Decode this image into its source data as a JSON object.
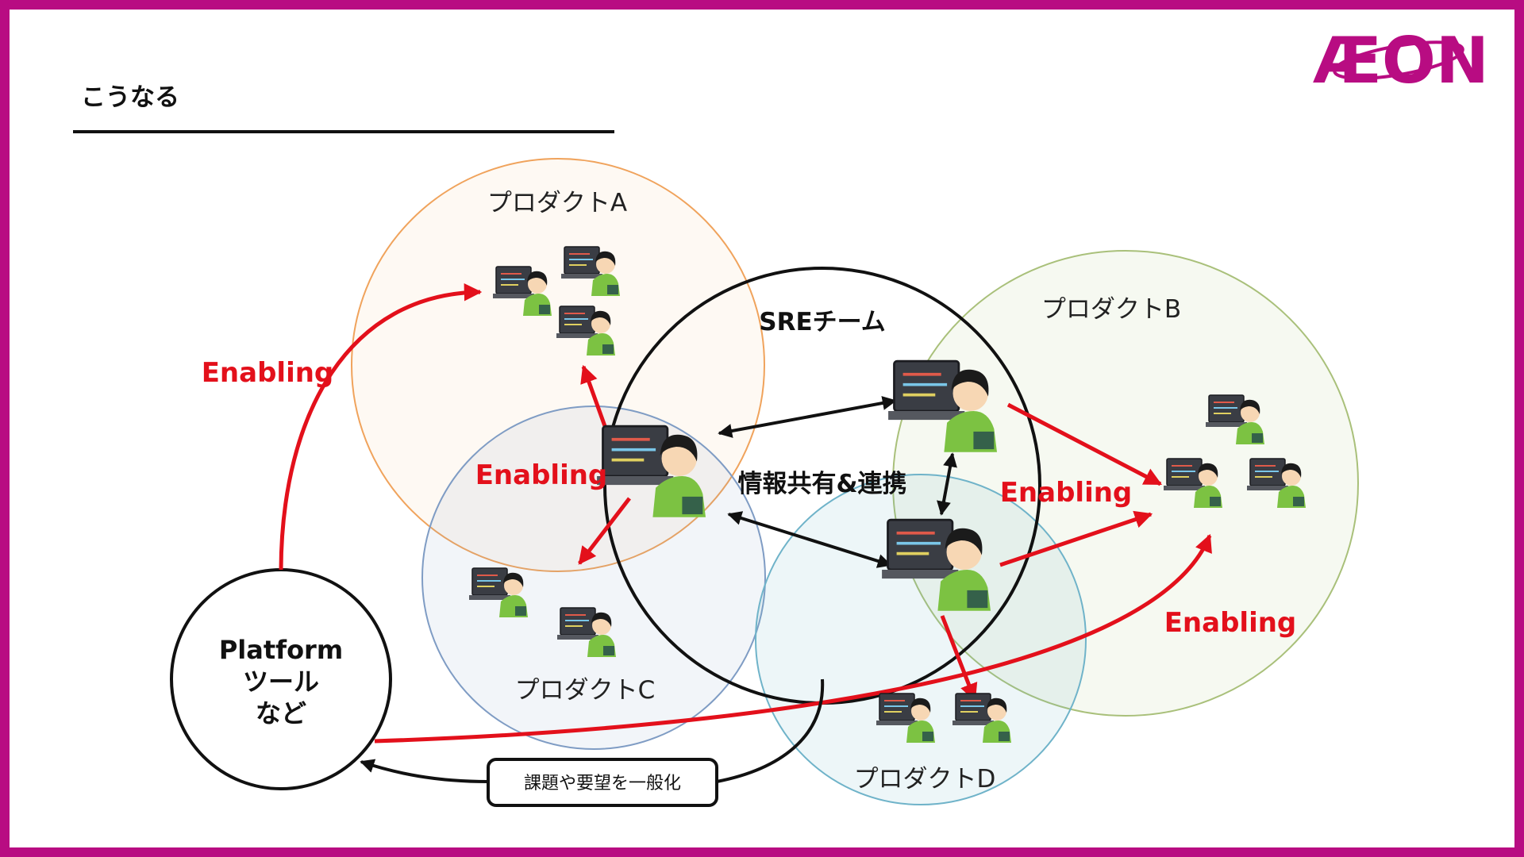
{
  "slide": {
    "title": "こうなる",
    "logo_text": "ÆON",
    "brand_color": "#b80c82"
  },
  "products": [
    {
      "label": "プロダクトA"
    },
    {
      "label": "プロダクトB"
    },
    {
      "label": "プロダクトC"
    },
    {
      "label": "プロダクトD"
    }
  ],
  "sre_team": {
    "label": "SREチーム"
  },
  "info_sharing": {
    "label": "情報共有&連携"
  },
  "platform": {
    "line1": "Platform",
    "line2": "ツール",
    "line3": "など"
  },
  "feedback": {
    "label": "課題や要望を一般化"
  },
  "enabling": [
    {
      "label": "Enabling"
    },
    {
      "label": "Enabling"
    },
    {
      "label": "Enabling"
    },
    {
      "label": "Enabling"
    }
  ],
  "colors": {
    "product_a": "#f0a35c",
    "product_b": "#a9c07a",
    "product_c": "#7f9cc4",
    "product_d": "#6fb3c9",
    "enabling_arrow": "#e3101b",
    "person_shirt": "#7cc242"
  },
  "icons": {
    "person": "engineer-at-laptop-icon"
  }
}
